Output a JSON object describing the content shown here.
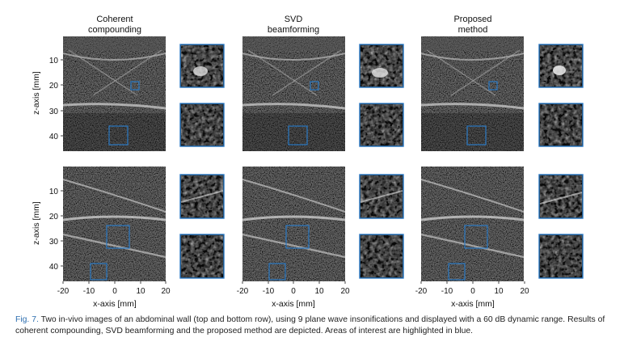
{
  "columns": [
    {
      "title_line1": "Coherent",
      "title_line2": "compounding"
    },
    {
      "title_line1": "SVD",
      "title_line2": "beamforming"
    },
    {
      "title_line1": "Proposed",
      "title_line2": "method"
    }
  ],
  "axes": {
    "xlabel": "x-axis [mm]",
    "ylabel": "z-axis [mm]",
    "xticks": [
      "-20",
      "-10",
      "0",
      "10",
      "20"
    ],
    "yticks": [
      "10",
      "20",
      "30",
      "40"
    ]
  },
  "caption": {
    "label": "Fig. 7.",
    "text": "Two in-vivo images of an abdominal wall (top and bottom row), using 9 plane wave insonifications and displayed with a 60 dB dynamic range. Results of coherent compounding, SVD beamforming and the proposed method are depicted. Areas of interest are highlighted in blue."
  },
  "colors": {
    "roi": "#2a79c4",
    "background": "#0e0e0e"
  }
}
